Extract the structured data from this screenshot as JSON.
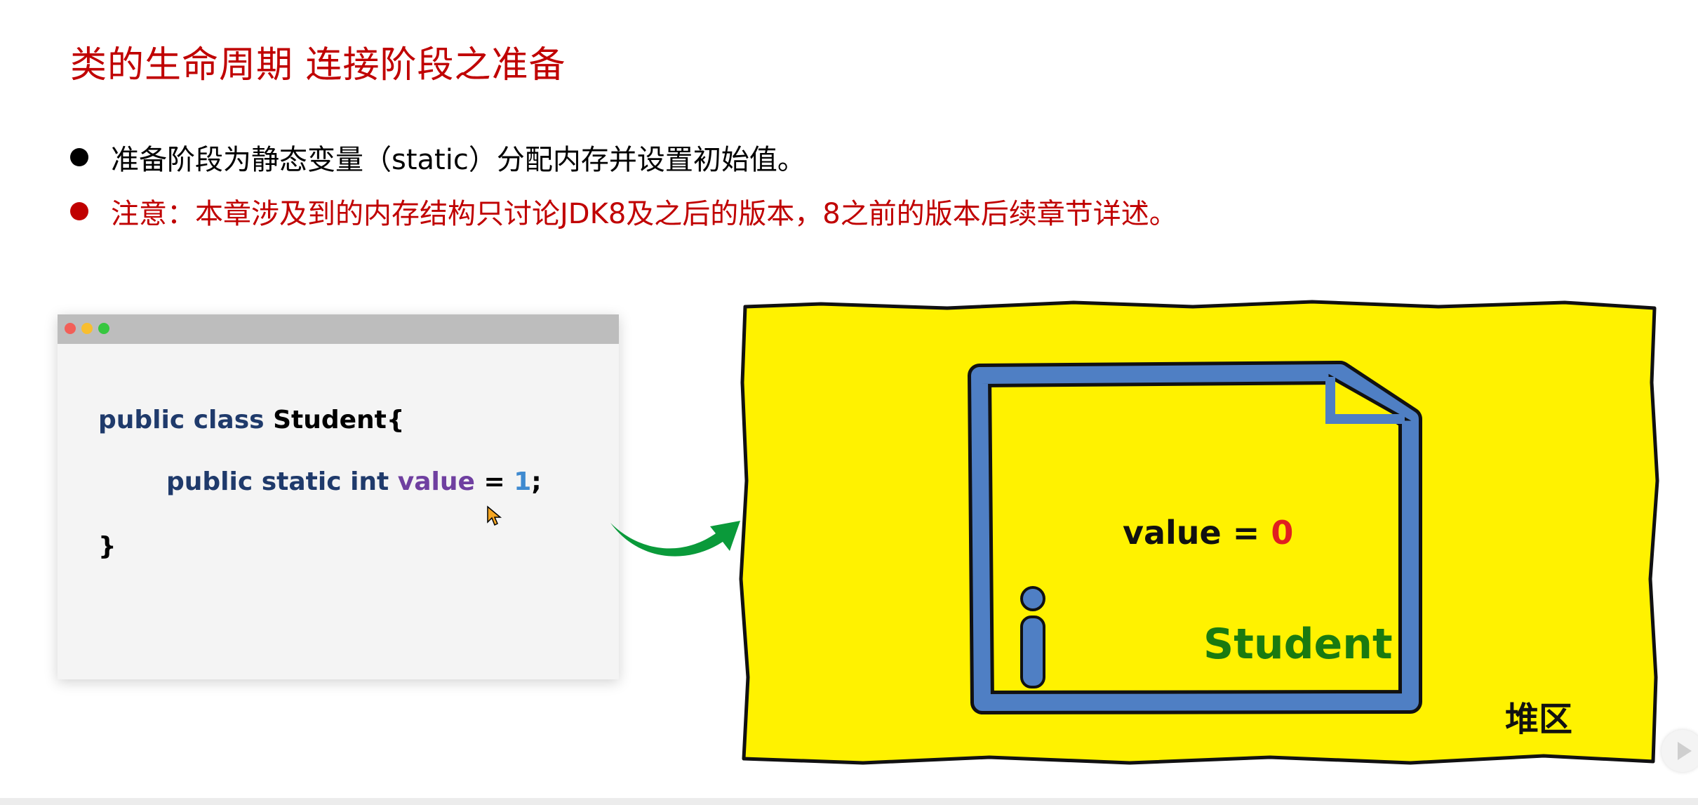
{
  "slide": {
    "title": "类的生命周期 连接阶段之准备",
    "bullets": [
      {
        "text": "准备阶段为静态变量（static）分配内存并设置初始值。",
        "color": "#000000"
      },
      {
        "text": "注意：本章涉及到的内存结构只讨论JDK8及之后的版本，8之前的版本后续章节详述。",
        "color": "#c00000"
      }
    ]
  },
  "code_window": {
    "line1": {
      "kw": "public class ",
      "cls": "Student{"
    },
    "line2": {
      "kw": "public static int ",
      "var": "value",
      "eq": " = ",
      "num": "1",
      "semi": ";"
    },
    "line3": "}"
  },
  "diagram": {
    "object_field": "value = ",
    "object_value": "0",
    "object_class": "Student",
    "heap_label": "堆区",
    "colors": {
      "heap_fill": "#fff200",
      "object_border": "#4f7fc4",
      "arrow": "#0a9a3a",
      "class_text": "#1a7a10",
      "value_text": "#e02020"
    }
  }
}
